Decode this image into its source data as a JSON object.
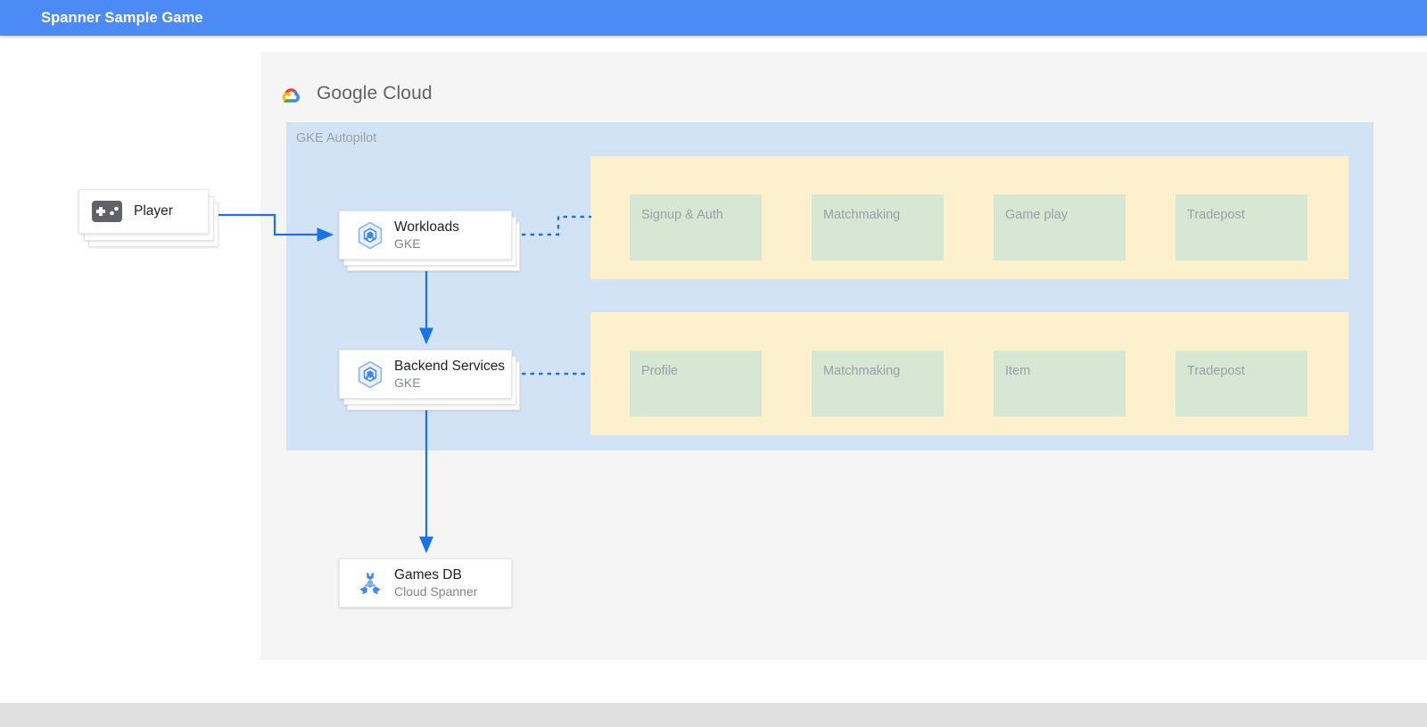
{
  "appbar": {
    "title": "Spanner Sample Game",
    "bg_color": "#4c8bf5",
    "text_color": "#ffffff"
  },
  "diagram": {
    "surface_bg": "#f5f5f5",
    "logo": {
      "icon": "google-cloud-logo-icon",
      "word1": "Google",
      "word2": "Cloud",
      "text_color": "#5f6368"
    },
    "gke_panel": {
      "label": "GKE Autopilot",
      "bg_color": "#d2e3f6",
      "label_color": "#9aa0a6"
    },
    "service_groups": [
      {
        "name": "workloads-services",
        "bg_color": "#fdf0cd",
        "boxes": [
          {
            "label": "Signup & Auth",
            "bg_color": "#d6e8d4"
          },
          {
            "label": "Matchmaking",
            "bg_color": "#d6e8d4"
          },
          {
            "label": "Game play",
            "bg_color": "#d6e8d4"
          },
          {
            "label": "Tradepost",
            "bg_color": "#d6e8d4"
          }
        ]
      },
      {
        "name": "backend-services-list",
        "bg_color": "#fdf0cd",
        "boxes": [
          {
            "label": "Profile",
            "bg_color": "#d6e8d4"
          },
          {
            "label": "Matchmaking",
            "bg_color": "#d6e8d4"
          },
          {
            "label": "Item",
            "bg_color": "#d6e8d4"
          },
          {
            "label": "Tradepost",
            "bg_color": "#d6e8d4"
          }
        ]
      }
    ],
    "nodes": {
      "player": {
        "title": "Player",
        "icon": "gamepad-icon",
        "icon_color": "#5f6368"
      },
      "workloads": {
        "title": "Workloads",
        "subtitle": "GKE",
        "icon": "gke-icon",
        "icon_color": "#4285f4"
      },
      "backend": {
        "title": "Backend Services",
        "subtitle": "GKE",
        "icon": "gke-icon",
        "icon_color": "#4285f4"
      },
      "gamesdb": {
        "title": "Games DB",
        "subtitle": "Cloud Spanner",
        "icon": "cloud-spanner-icon",
        "icon_color": "#4285f4"
      }
    },
    "connectors": {
      "arrow_color": "#1a73e8",
      "dotted_color": "#1a73e8"
    }
  }
}
